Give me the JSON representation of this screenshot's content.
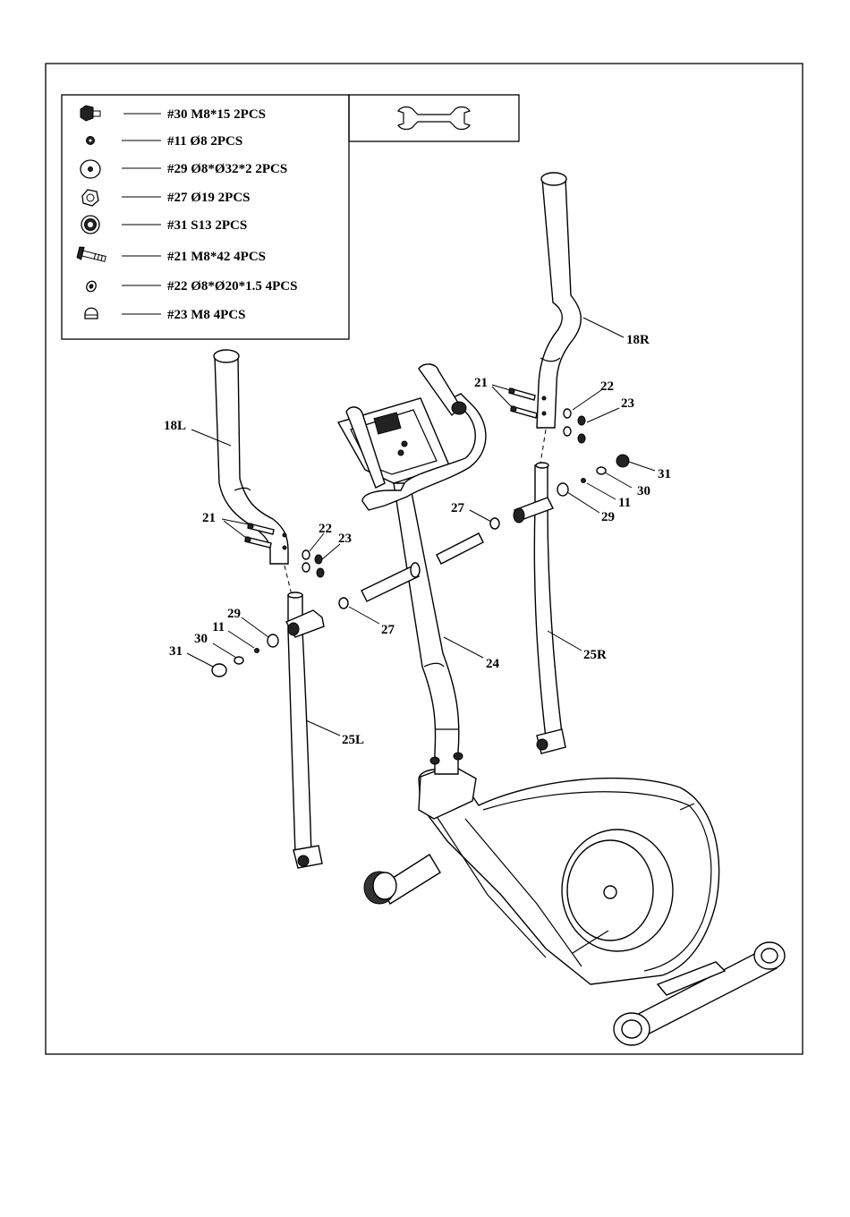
{
  "hardware_list": [
    {
      "id": "hw-30",
      "icon": "hex-bolt-icon",
      "text": "#30  M8*15  2PCS"
    },
    {
      "id": "hw-11",
      "icon": "small-washer-icon",
      "text": "#11  Ø8  2PCS"
    },
    {
      "id": "hw-29",
      "icon": "large-washer-icon",
      "text": "#29  Ø8*Ø32*2   2PCS"
    },
    {
      "id": "hw-27",
      "icon": "ring-icon",
      "text": "#27  Ø19  2PCS"
    },
    {
      "id": "hw-31",
      "icon": "cap-nut-icon",
      "text": "#31  S13  2PCS"
    },
    {
      "id": "hw-21",
      "icon": "long-bolt-icon",
      "text": "#21  M8*42  4PCS"
    },
    {
      "id": "hw-22",
      "icon": "flat-washer-icon",
      "text": "#22  Ø8*Ø20*1.5  4PCS"
    },
    {
      "id": "hw-23",
      "icon": "acorn-nut-icon",
      "text": "#23  M8  4PCS"
    }
  ],
  "tool": {
    "icon": "wrench-icon"
  },
  "labels": {
    "l18R": "18R",
    "l18L": "18L",
    "l21r": "21",
    "l22r": "22",
    "l23r": "23",
    "l31r": "31",
    "l30r": "30",
    "l11r": "11",
    "l29r": "29",
    "l27r": "27",
    "l21l": "21",
    "l22l": "22",
    "l23l": "23",
    "l29l": "29",
    "l11l": "11",
    "l30l": "30",
    "l31l": "31",
    "l27l": "27",
    "l24": "24",
    "l25R": "25R",
    "l25L": "25L"
  }
}
